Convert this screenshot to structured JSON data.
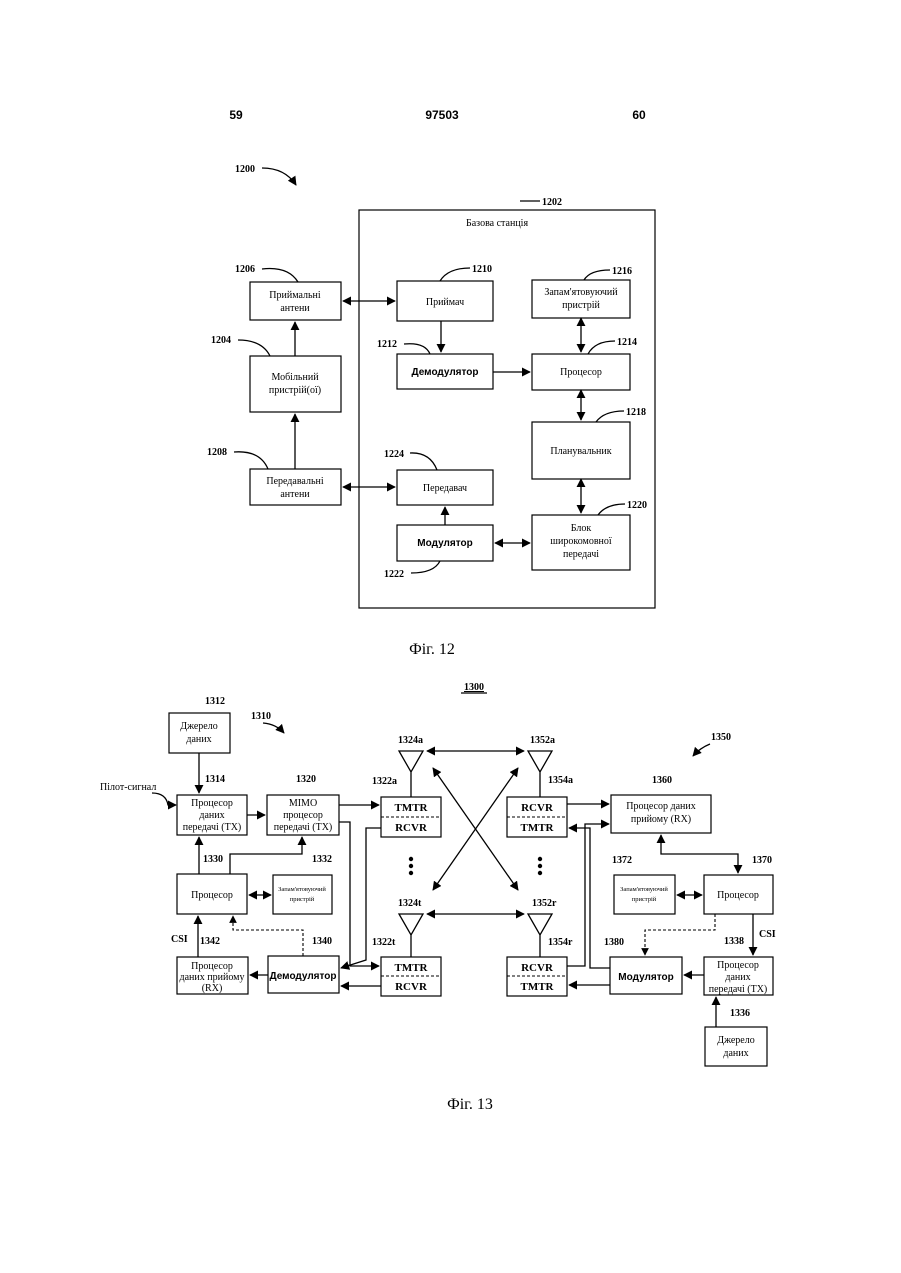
{
  "header": {
    "left_page": "59",
    "patent_number": "97503",
    "right_page": "60"
  },
  "fig12": {
    "ref_system": "1200",
    "ref_base_station": "1202",
    "base_station_label": "Базова станція",
    "receive_antennas": {
      "ref": "1206",
      "line1": "Приймальні",
      "line2": "антени"
    },
    "mobile_devices": {
      "ref": "1204",
      "line1": "Мобільний",
      "line2": "пристрій(ої)"
    },
    "transmit_antennas": {
      "ref": "1208",
      "line1": "Передавальні",
      "line2": "антени"
    },
    "receiver": {
      "ref": "1210",
      "label": "Приймач"
    },
    "demodulator": {
      "ref": "1212",
      "label": "Демодулятор"
    },
    "memory": {
      "ref": "1216",
      "line1": "Запам'ятовуючий",
      "line2": "пристрій"
    },
    "processor": {
      "ref": "1214",
      "label": "Процесор"
    },
    "scheduler": {
      "ref": "1218",
      "label": "Планувальник"
    },
    "transmitter": {
      "ref": "1224",
      "label": "Передавач"
    },
    "modulator": {
      "ref": "1222",
      "label": "Модулятор"
    },
    "broadcast_unit": {
      "ref": "1220",
      "line1": "Блок",
      "line2": "широкомовної",
      "line3": "передачі"
    },
    "caption": "Фіг. 12"
  },
  "fig13": {
    "ref_system": "1300",
    "ref_tx_system": "1310",
    "ref_rx_system": "1350",
    "pilot_label": "Пілот-сигнал",
    "data_source_tx": {
      "ref": "1312",
      "line1": "Джерело",
      "line2": "даних"
    },
    "tx_data_proc": {
      "ref": "1314",
      "line1": "Процесор",
      "line2": "даних",
      "line3": "передачі (TX)"
    },
    "mimo_proc": {
      "ref": "1320",
      "line1": "MIMO",
      "line2": "процесор",
      "line3": "передачі (TX)"
    },
    "processor_tx": {
      "ref": "1330",
      "label": "Процесор"
    },
    "memory_tx": {
      "ref": "1332",
      "line1": "Запам'ятовуючий",
      "line2": "пристрій"
    },
    "rx_data_proc_left": {
      "ref": "1342",
      "line1": "Процесор",
      "line2": "даних прийому",
      "line3": "(RX)"
    },
    "demodulator": {
      "ref": "1340",
      "label": "Демодулятор"
    },
    "csi_left": "CSI",
    "xcvr_a_left": {
      "ref": "1322a",
      "top": "TMTR",
      "bottom": "RCVR"
    },
    "xcvr_t_left": {
      "ref": "1322t",
      "top": "TMTR",
      "bottom": "RCVR"
    },
    "antenna_a_left": "1324a",
    "antenna_t_left": "1324t",
    "antenna_a_right": "1352a",
    "antenna_r_right": "1352r",
    "xcvr_a_right": {
      "ref": "1354a",
      "top": "RCVR",
      "bottom": "TMTR"
    },
    "xcvr_r_right": {
      "ref": "1354r",
      "top": "RCVR",
      "bottom": "TMTR"
    },
    "rx_data_proc_right": {
      "ref": "1360",
      "line1": "Процесор даних",
      "line2": "прийому (RX)"
    },
    "memory_rx": {
      "ref": "1372",
      "line1": "Запам'ятовуючий",
      "line2": "пристрій"
    },
    "processor_rx": {
      "ref": "1370",
      "label": "Процесор"
    },
    "modulator": {
      "ref": "1380",
      "label": "Модулятор"
    },
    "tx_data_proc_right": {
      "ref": "1338",
      "line1": "Процесор",
      "line2": "даних",
      "line3": "передачі (TX)"
    },
    "csi_right": "CSI",
    "data_source_rx": {
      "ref": "1336",
      "line1": "Джерело",
      "line2": "даних"
    },
    "caption": "Фіг. 13"
  }
}
